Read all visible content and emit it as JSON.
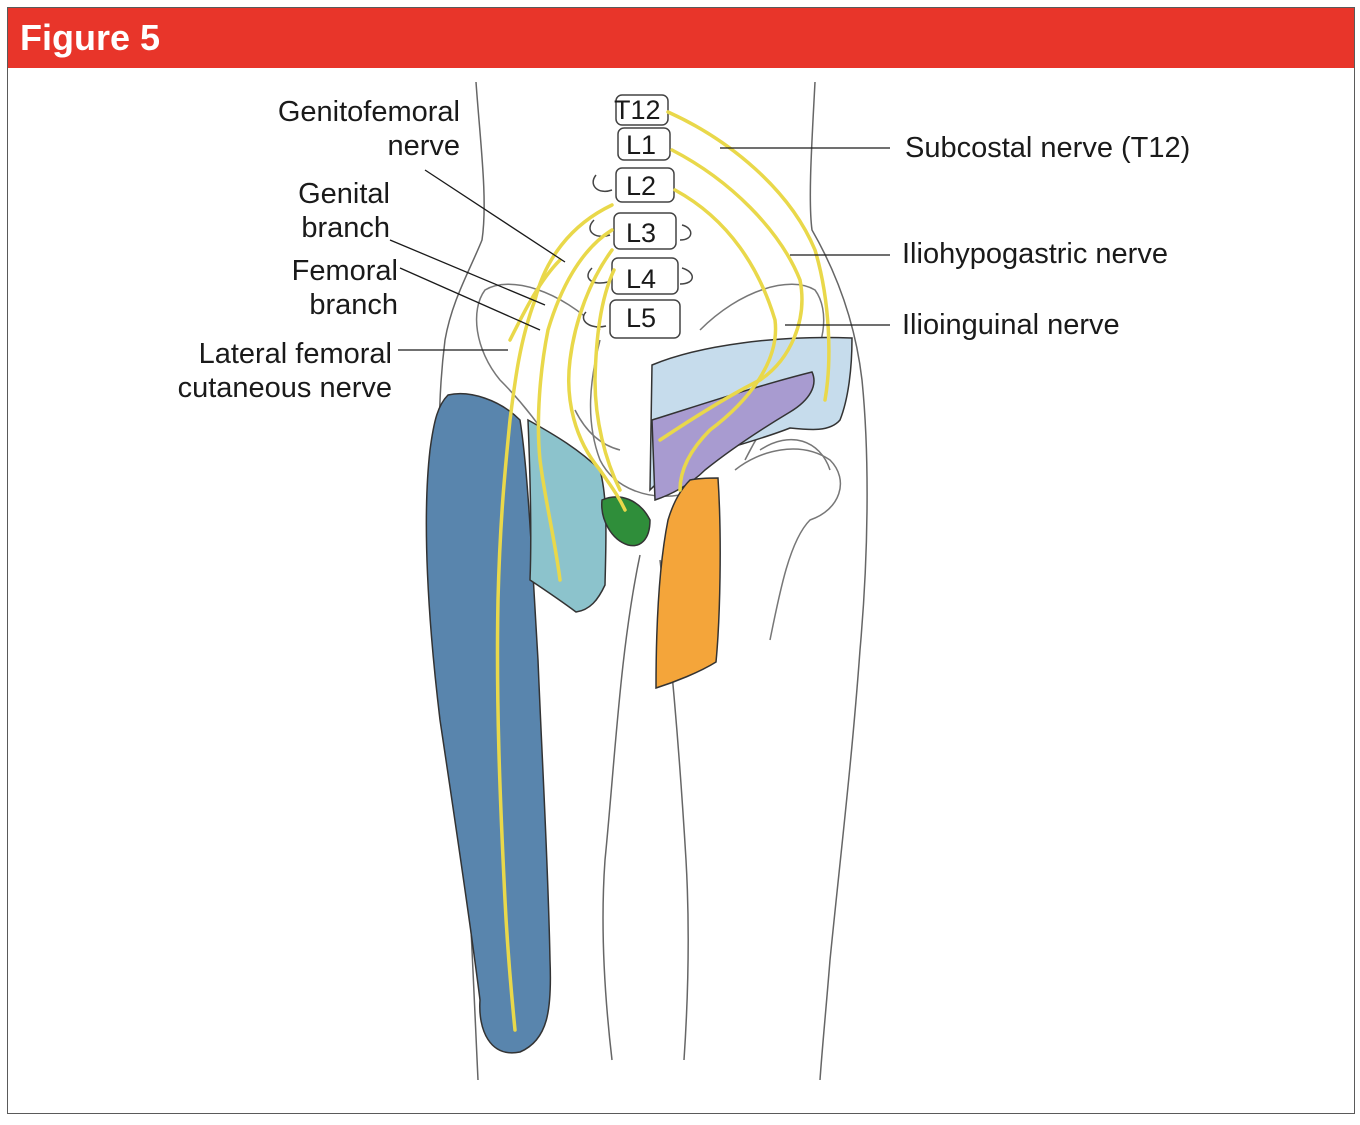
{
  "figure": {
    "title": "Figure 5",
    "header_color": "#e8352a"
  },
  "vertebrae": [
    "T12",
    "L1",
    "L2",
    "L3",
    "L4",
    "L5"
  ],
  "labels": {
    "genitofemoral": [
      "Genitofemoral",
      "nerve"
    ],
    "genital_branch": [
      "Genital",
      "branch"
    ],
    "femoral_branch": [
      "Femoral",
      "branch"
    ],
    "lateral_femoral": [
      "Lateral femoral",
      "cutaneous nerve"
    ],
    "subcostal": "Subcostal nerve (T12)",
    "iliohypogastric": "Iliohypogastric nerve",
    "ilioinguinal": "Ilioinguinal nerve"
  },
  "colors": {
    "nerve": "#e9d84a",
    "lateral_femoral_region": "#5985ad",
    "femoral_branch_region": "#8cc3cc",
    "genital_region": "#2f8e3a",
    "iliohypogastric_region": "#c6dcec",
    "ilioinguinal_region": "#a89bd0",
    "obturator_region": "#f4a53a",
    "outline": "#444444"
  }
}
